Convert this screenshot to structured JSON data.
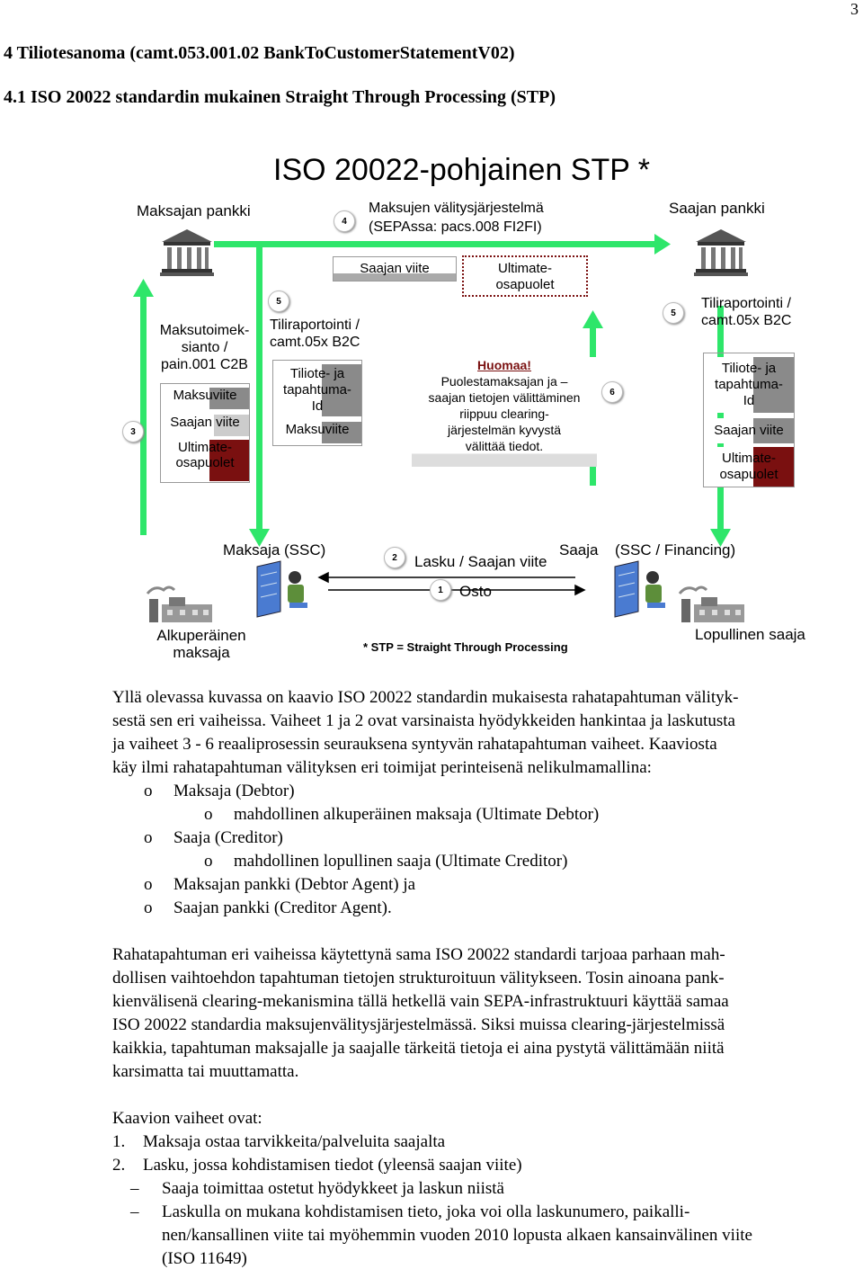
{
  "page_number": "3",
  "heading1": "4 Tiliotesanoma (camt.053.001.02 BankToCustomerStatementV02)",
  "heading2": "4.1 ISO 20022 standardin mukainen Straight Through Processing (STP)",
  "diagram": {
    "title": "ISO 20022-pohjainen STP *",
    "payer_bank": "Maksajan pankki",
    "payee_bank": "Saajan pankki",
    "clearing_line1": "Maksujen välitysjärjestelmä",
    "clearing_line2": "(SEPAssa: pacs.008 FI2FI)",
    "steps": {
      "s1": "1",
      "s2": "2",
      "s3": "3",
      "s4": "4",
      "s5": "5",
      "s6": "6"
    },
    "left_init_line1": "Maksutoimek-",
    "left_init_line2": "sianto /",
    "left_init_line3": "pain.001 C2B",
    "left_box_maksuviite": "Maksuviite",
    "left_box_saajan_viite": "Saajan viite",
    "left_box_ultimate1": "Ultimate-",
    "left_box_ultimate2": "osapuolet",
    "mid_report_line1": "Tiliraportointi /",
    "mid_report_line2": "camt.05x B2C",
    "mid_box_tiliote1": "Tiliote- ja",
    "mid_box_tiliote2": "tapahtuma-",
    "mid_box_tiliote3": "Id",
    "mid_box_maksuviite": "Maksuviite",
    "center_saajan_viite": "Saajan viite",
    "center_ultimate1": "Ultimate-",
    "center_ultimate2": "osapuolet",
    "note_title": "Huomaa!",
    "note_line1": "Puolestamaksajan ja –",
    "note_line2": "saajan tietojen välittäminen",
    "note_line3": "riippuu clearing-",
    "note_line4": "järjestelmän kyvystä",
    "note_line5": "välittää tiedot.",
    "right_report_line1": "Tiliraportointi /",
    "right_report_line2": "camt.05x B2C",
    "right_box_tiliote1": "Tiliote- ja",
    "right_box_tiliote2": "tapahtuma-",
    "right_box_tiliote3": "Id",
    "right_box_saajan_viite": "Saajan viite",
    "right_box_ultimate1": "Ultimate-",
    "right_box_ultimate2": "osapuolet",
    "payer_label": "Maksaja (SSC)",
    "payee_label": "Saaja",
    "payee_ssc": "(SSC / Financing)",
    "invoice_label": "Lasku / Saajan viite",
    "purchase_label": "Osto",
    "ultimate_debtor1": "Alkuperäinen",
    "ultimate_debtor2": "maksaja",
    "ultimate_creditor": "Lopullinen saaja",
    "stp_note": "* STP = Straight Through Processing"
  },
  "body": {
    "p1_l1": "Yllä olevassa kuvassa on kaavio ISO 20022 standardin mukaisesta rahatapahtuman välityk-",
    "p1_l2": "sestä sen eri vaiheissa. Vaiheet 1 ja 2 ovat varsinaista hyödykkeiden hankintaa ja laskutusta",
    "p1_l3": "ja vaiheet 3 - 6 reaaliprosessin seurauksena syntyvän rahatapahtuman vaiheet. Kaaviosta",
    "p1_l4": "käy ilmi rahatapahtuman välityksen eri toimijat perinteisenä nelikulmamallina:",
    "bullet": "o",
    "b1": "Maksaja (Debtor)",
    "b1a": "mahdollinen alkuperäinen maksaja (Ultimate Debtor)",
    "b2": "Saaja (Creditor)",
    "b2a": "mahdollinen lopullinen saaja (Ultimate Creditor)",
    "b3": "Maksajan pankki (Debtor Agent) ja",
    "b4": "Saajan pankki (Creditor Agent).",
    "p2_l1": "Rahatapahtuman eri vaiheissa käytettynä sama ISO 20022 standardi tarjoaa parhaan mah-",
    "p2_l2": "dollisen vaihtoehdon tapahtuman tietojen strukturoituun välitykseen. Tosin ainoana pank-",
    "p2_l3": "kienvälisenä clearing-mekanismina tällä hetkellä vain SEPA-infrastruktuuri käyttää samaa",
    "p2_l4": "ISO 20022 standardia maksujenvälitysjärjestelmässä. Siksi muissa clearing-järjestelmissä",
    "p2_l5": "kaikkia, tapahtuman maksajalle ja saajalle tärkeitä tietoja ei aina pystytä välittämään niitä",
    "p2_l6": "karsimatta tai muuttamatta.",
    "steps_title": "Kaavion vaiheet ovat:",
    "n1_num": "1.",
    "n1": "Maksaja ostaa tarvikkeita/palveluita saajalta",
    "n2_num": "2.",
    "n2": "Lasku, jossa kohdistamisen tiedot (yleensä saajan viite)",
    "dash": "–",
    "d1": "Saaja toimittaa ostetut hyödykkeet ja laskun niistä",
    "d2_l1": "Laskulla on mukana kohdistamisen tieto, joka voi olla laskunumero, paikalli-",
    "d2_l2": "nen/kansallinen viite tai myöhemmin vuoden 2010 lopusta alkaen kansainvälinen viite",
    "d2_l3": "(ISO 11649)"
  },
  "colors": {
    "arrow": "#2ee66a",
    "dark_red": "#7a1010",
    "gray": "#8a8a8a"
  }
}
